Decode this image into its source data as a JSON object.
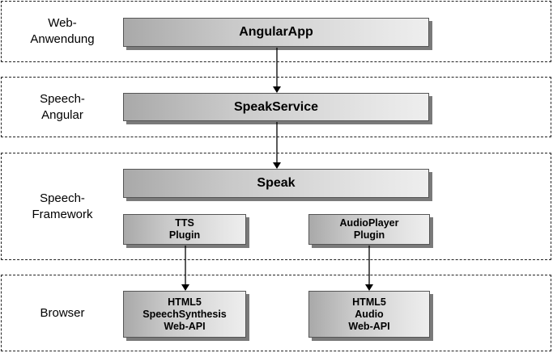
{
  "layers": {
    "web": "Web-\nAnwendung",
    "angular": "Speech-\nAngular",
    "framework": "Speech-\nFramework",
    "browser": "Browser"
  },
  "boxes": {
    "angularapp": "AngularApp",
    "speakservice": "SpeakService",
    "speak": "Speak",
    "tts_plugin": "TTS\nPlugin",
    "audioplayer_plugin": "AudioPlayer\nPlugin",
    "html5_speechsynthesis": "HTML5\nSpeechSynthesis\nWeb-API",
    "html5_audio": "HTML5\nAudio\nWeb-API"
  }
}
